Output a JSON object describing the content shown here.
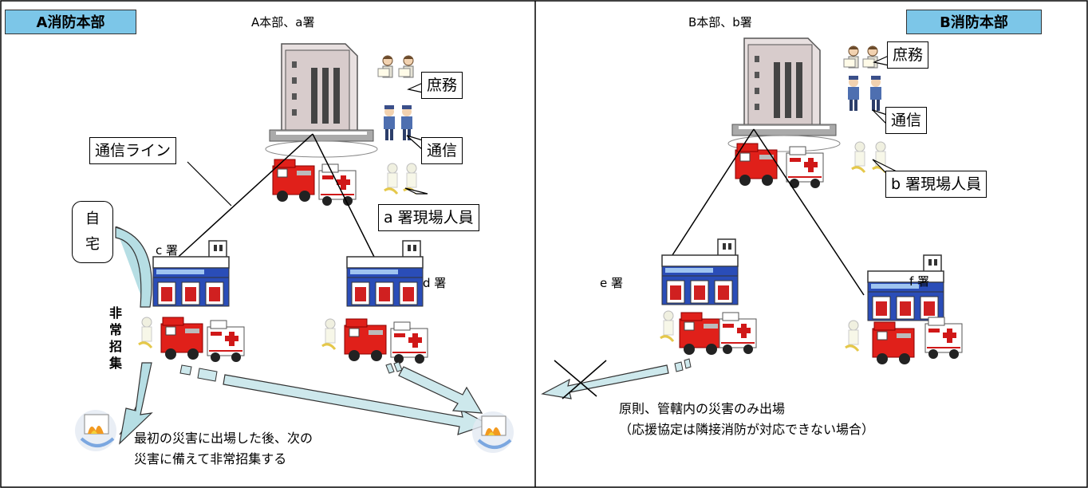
{
  "left_panel": {
    "badge": "A消防本部",
    "header": "A本部、a署",
    "callouts": {
      "shomu": "庶務",
      "tsushin": "通信",
      "genba": "a 署現場人員",
      "line": "通信ライン"
    },
    "home": [
      "自",
      "宅"
    ],
    "station_c": "c 署",
    "station_d": "d 署",
    "call_up": [
      "非",
      "常",
      "招",
      "集"
    ],
    "note": [
      "最初の災害に出場した後、次の",
      "災害に備えて非常招集する"
    ]
  },
  "right_panel": {
    "badge": "B消防本部",
    "header": "B本部、b署",
    "callouts": {
      "shomu": "庶務",
      "tsushin": "通信",
      "genba": "b 署現場人員"
    },
    "station_e": "e 署",
    "station_f": "f 署",
    "note": [
      "原則、管轄内の災害のみ出場",
      "（応援協定は隣接消防が対応できない場合）"
    ]
  },
  "colors": {
    "badge": "#7CC6E8",
    "arrow": "#CDE8EC",
    "truck": "#E0201A",
    "station": "#2A4DB8"
  }
}
